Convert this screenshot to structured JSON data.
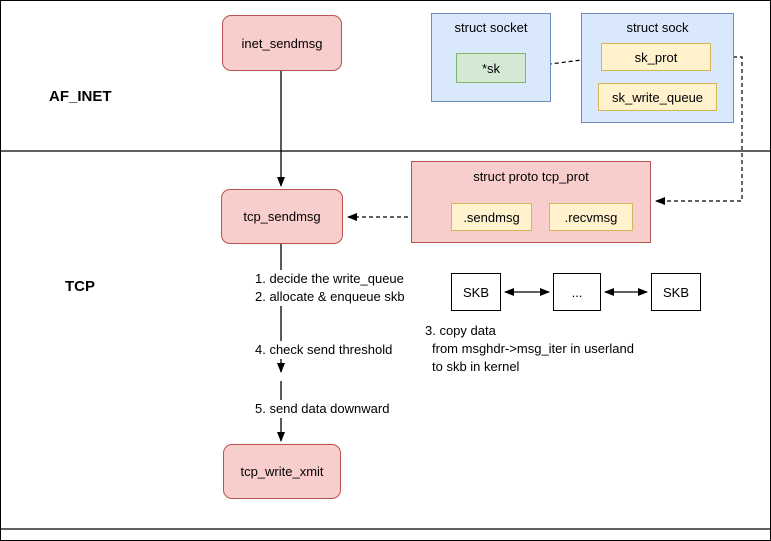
{
  "sections": {
    "af_inet": "AF_INET",
    "tcp": "TCP"
  },
  "nodes": {
    "inet_sendmsg": "inet_sendmsg",
    "tcp_sendmsg": "tcp_sendmsg",
    "tcp_write_xmit": "tcp_write_xmit"
  },
  "struct_socket": {
    "title": "struct socket",
    "sk": "*sk"
  },
  "struct_sock": {
    "title": "struct sock",
    "sk_prot": "sk_prot",
    "sk_write_queue": "sk_write_queue"
  },
  "tcp_prot": {
    "title": "struct proto tcp_prot",
    "sendmsg": ".sendmsg",
    "recvmsg": ".recvmsg"
  },
  "skb_list": {
    "skb_left": "SKB",
    "skb_middle": "...",
    "skb_right": "SKB"
  },
  "steps": {
    "step1": "1. decide the write_queue",
    "step2": "2. allocate & enqueue skb",
    "step3_title": "3. copy data",
    "step3_detail1": "from msghdr->msg_iter in userland",
    "step3_detail2": "to skb in kernel",
    "step4": "4. check send threshold",
    "step5": "5. send data downward"
  },
  "colors": {
    "function_node_fill": "#f8cecc",
    "function_node_stroke": "#b85450",
    "struct_box_fill": "#dae8fc",
    "struct_box_stroke": "#6c8ebf",
    "field_fill": "#fff2cc",
    "field_stroke": "#d6b656",
    "sk_field_fill": "#d5e8d4",
    "sk_field_stroke": "#82b366"
  }
}
